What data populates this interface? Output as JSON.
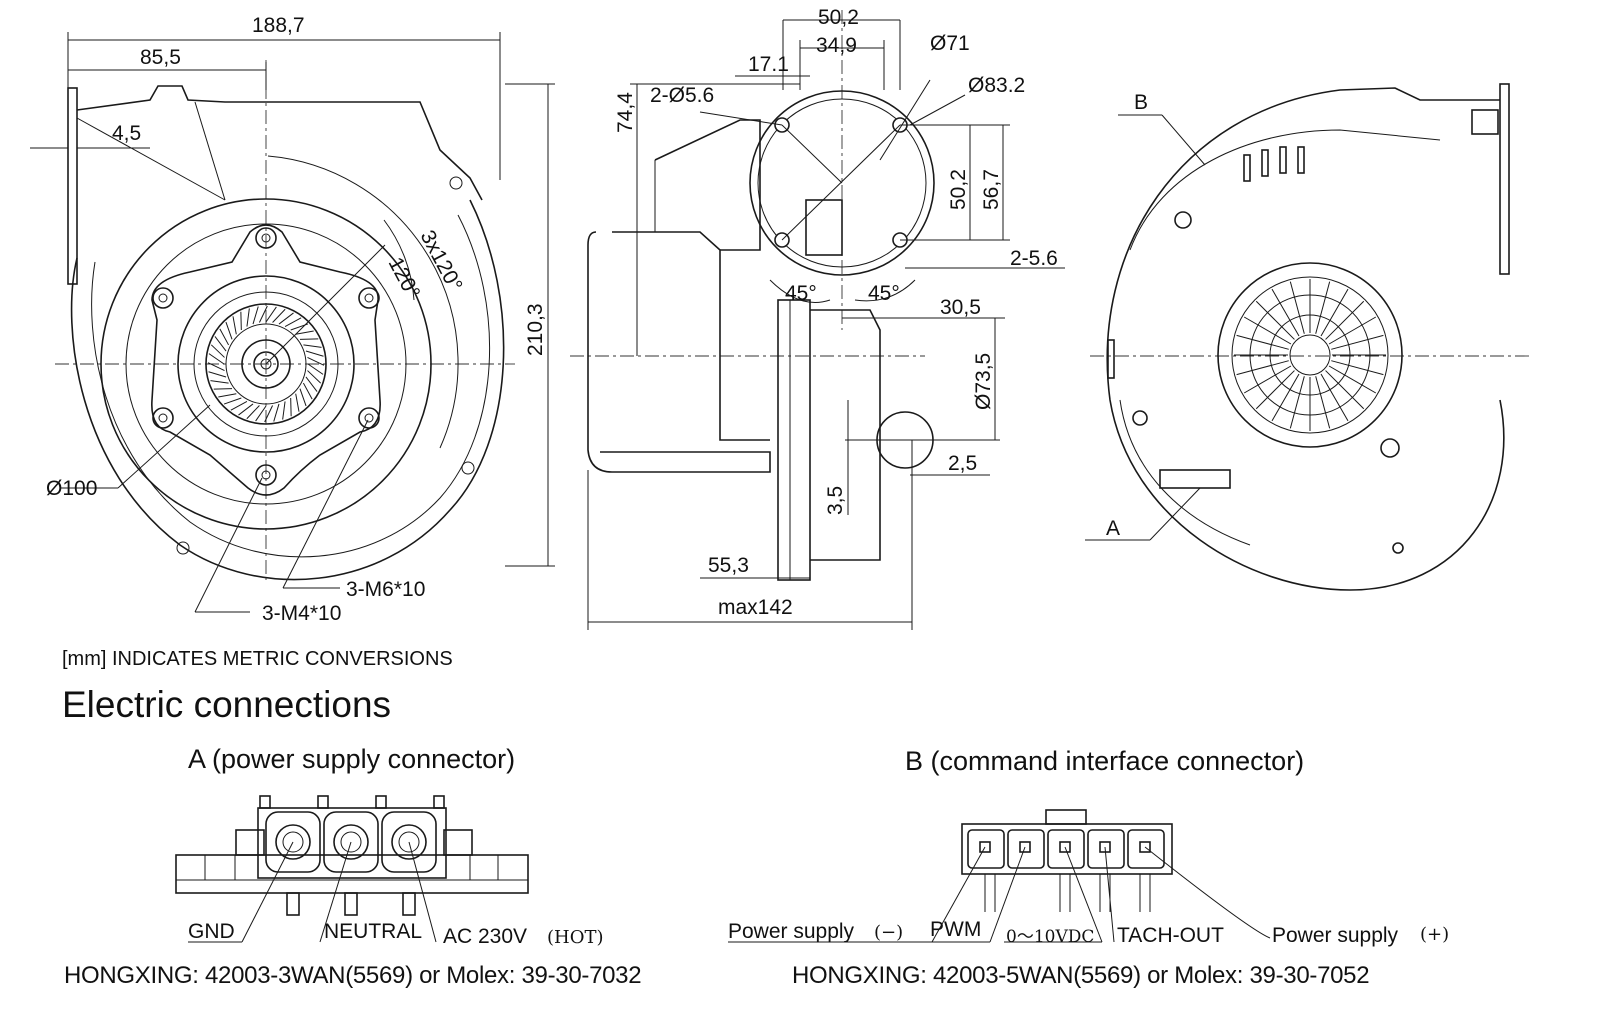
{
  "dimensions": {
    "front": {
      "overall_width": "188,7",
      "shaft_offset": "85,5",
      "flange": "4,5",
      "height": "210,3",
      "pattern": "3x120°",
      "angle": "120°",
      "diameter": "Ø100",
      "screw_m6": "3-M6*10",
      "screw_m4": "3-M4*10"
    },
    "side": {
      "outer_width": "50,2",
      "inner_width": "34,9",
      "offset": "17.1",
      "height": "74,4",
      "holes": "2-Ø5.6",
      "dia_inner": "Ø71",
      "dia_outer": "Ø83.2",
      "v1": "50,2",
      "v2": "56,7",
      "slots": "2-5.6",
      "angle_left": "45°",
      "angle_right": "45°",
      "outlet_offset": "30,5",
      "outlet_dia": "Ø73,5",
      "gap": "2,5",
      "step": "3,5",
      "base": "55,3",
      "max_length": "max142"
    },
    "rear": {
      "label_b": "B",
      "label_a": "A"
    }
  },
  "notes": {
    "metric": "[mm] INDICATES METRIC CONVERSIONS"
  },
  "section": {
    "title": "Electric connections"
  },
  "connector_a": {
    "title": "A (power supply connector)",
    "pins": [
      "GND",
      "NEUTRAL",
      "AC 230V",
      "(HOT)"
    ],
    "part_number": "HONGXING: 42003-3WAN(5569)  or  Molex: 39-30-7032"
  },
  "connector_b": {
    "title": "B (command interface connector)",
    "pins": [
      "Power supply",
      "(−)",
      "PWM",
      "0～10VDC",
      "TACH-OUT",
      "Power supply",
      "(+)"
    ],
    "part_number": "HONGXING: 42003-5WAN(5569)  or  Molex: 39-30-7052"
  }
}
